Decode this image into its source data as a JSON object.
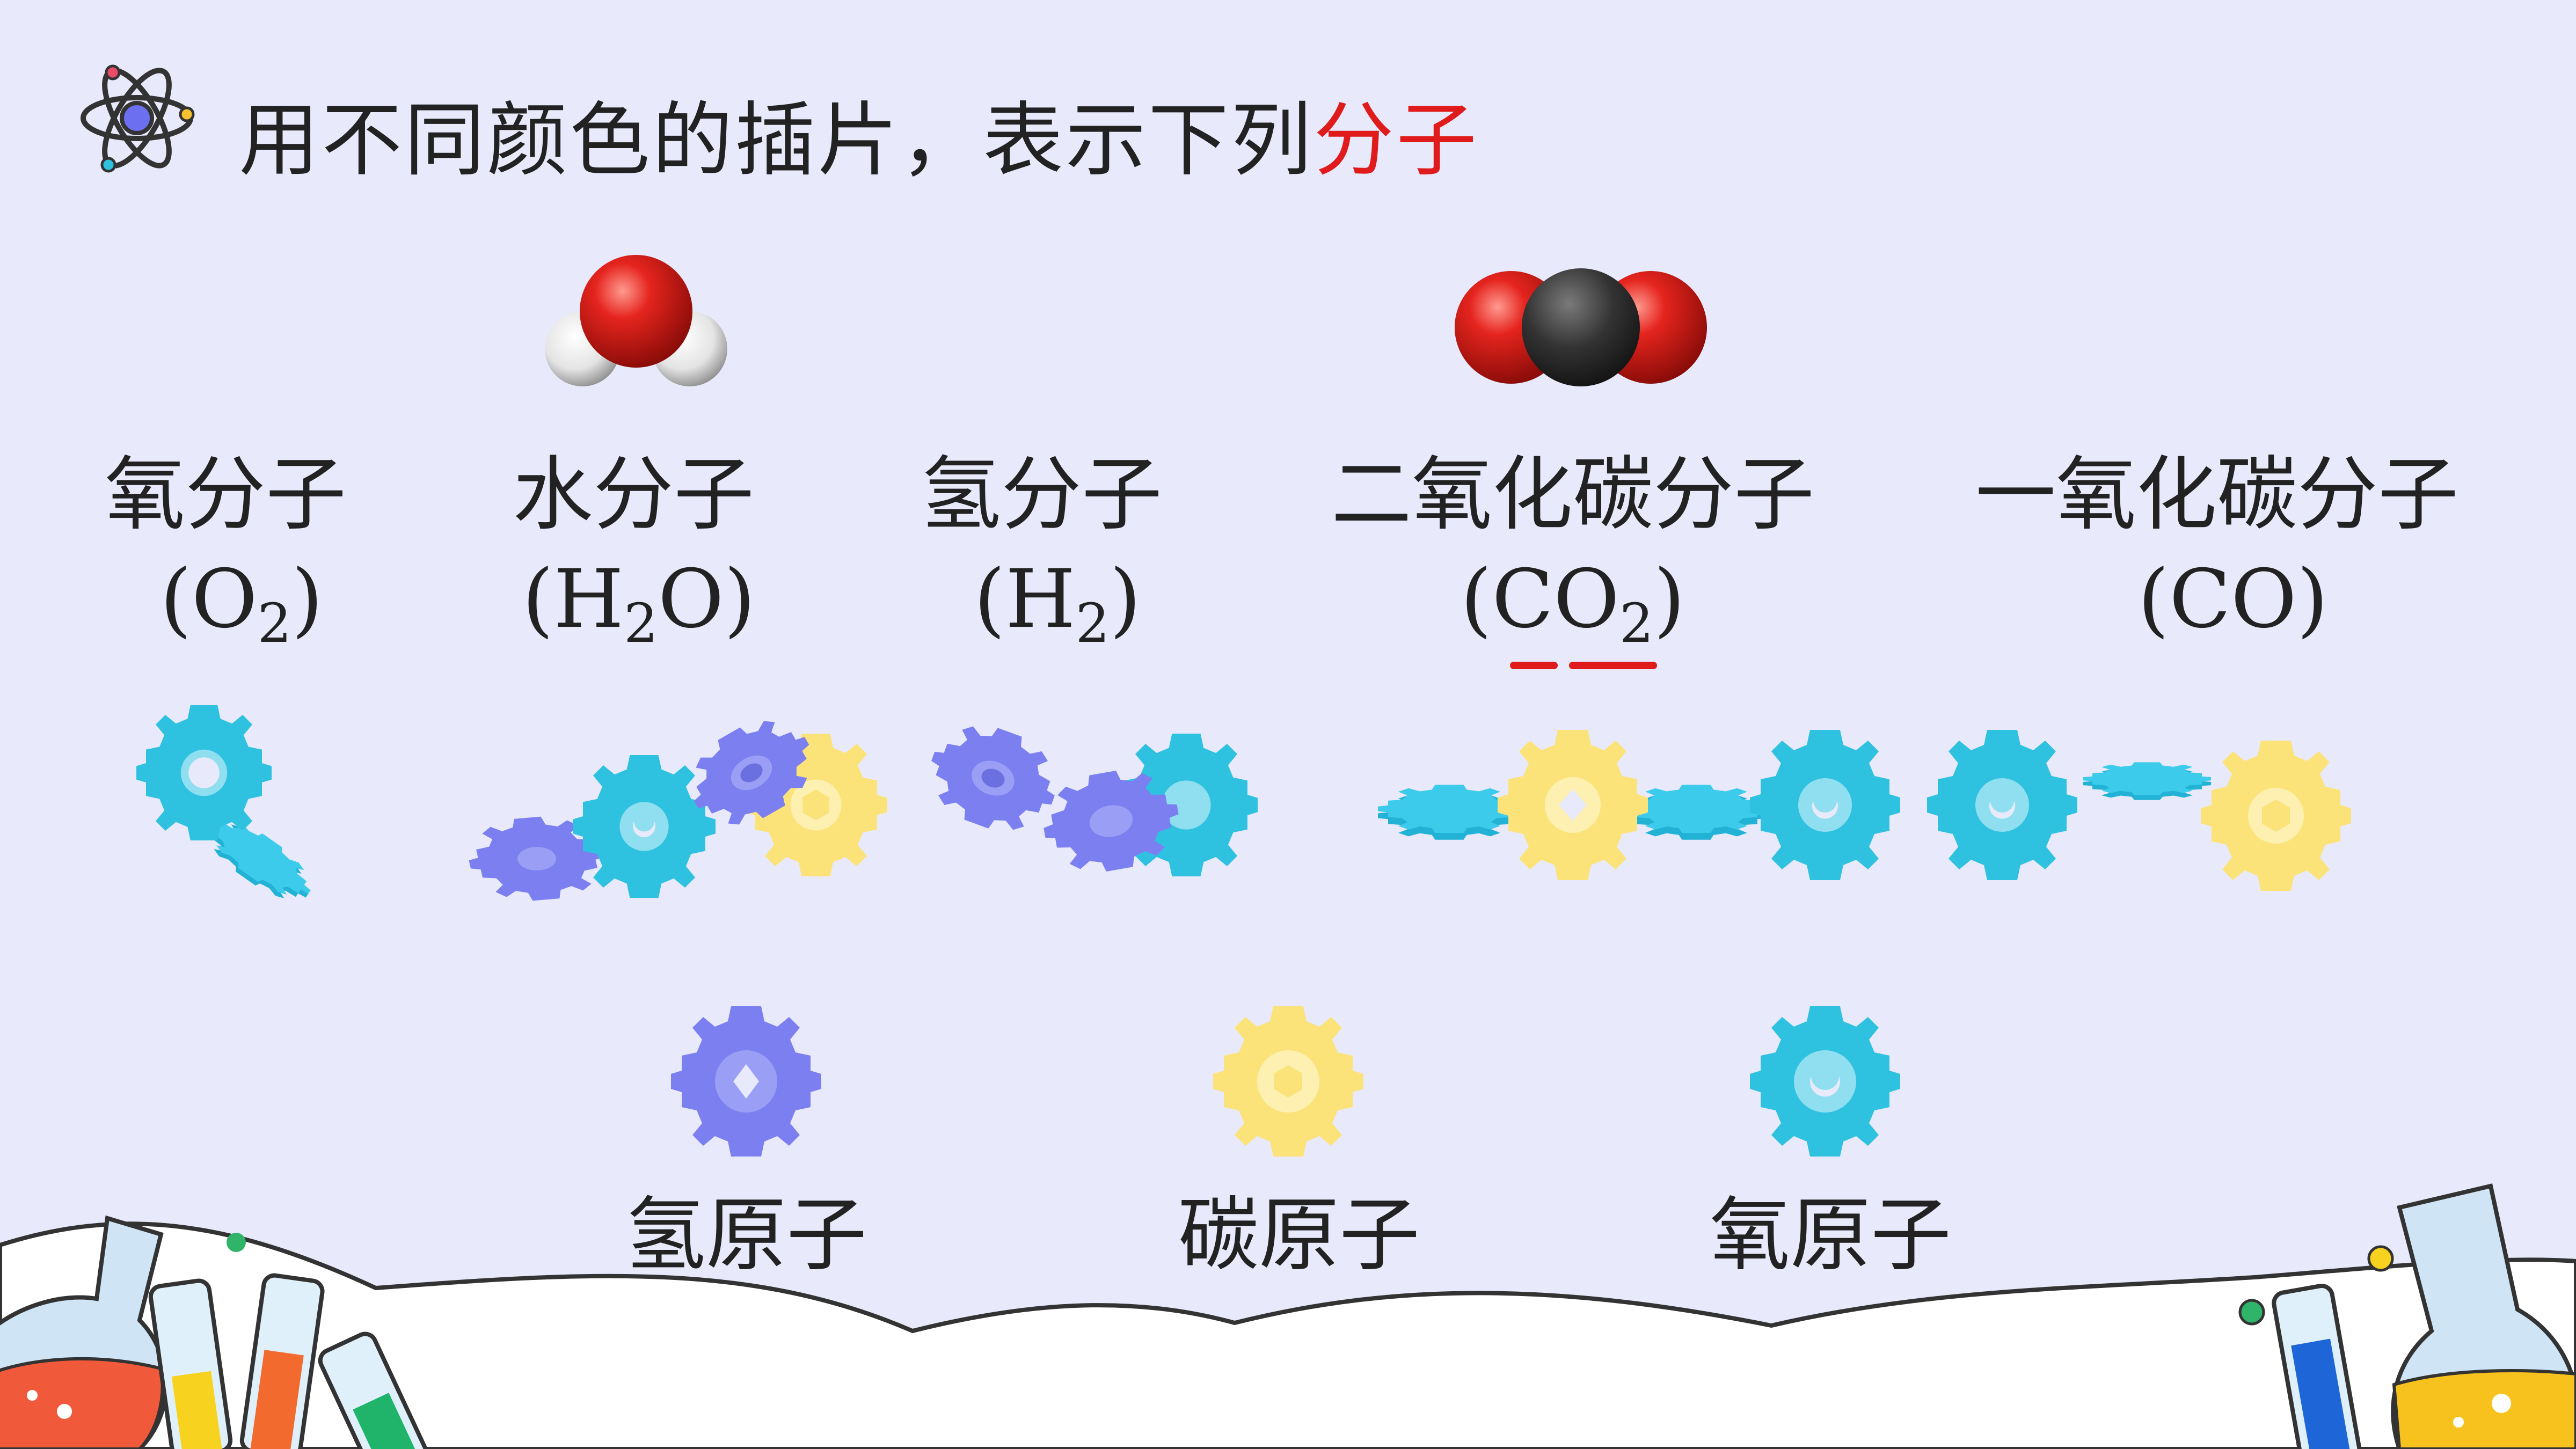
{
  "title": {
    "text_main": "用不同颜色的插片，表示下列",
    "text_highlight": "分子",
    "highlight_color": "#e01b1b"
  },
  "molecules": [
    {
      "name": "氧分子",
      "formula_a": "(O",
      "formula_sub": "2",
      "formula_b": ")"
    },
    {
      "name": "水分子",
      "formula_a": "(H",
      "formula_sub": "2",
      "formula_b": "O)"
    },
    {
      "name": "氢分子",
      "formula_a": "(H",
      "formula_sub": "2",
      "formula_b": ")"
    },
    {
      "name": "二氧化碳分子",
      "formula_a": "(CO",
      "formula_sub": "2",
      "formula_b": ")"
    },
    {
      "name": "一氧化碳分子",
      "formula_a": "(CO)",
      "formula_sub": "",
      "formula_b": ""
    }
  ],
  "legend": [
    {
      "label": "氢原子",
      "color": "#7b7ff0"
    },
    {
      "label": "碳原子",
      "color": "#fbe37a"
    },
    {
      "label": "氧原子",
      "color": "#2fc1e0"
    }
  ],
  "colors": {
    "background": "#e8eafb",
    "hydrogen": "#7b7ff0",
    "carbon": "#fbe37a",
    "oxygen": "#2fc1e0",
    "underline": "#e01b1b"
  },
  "icons": {
    "title_icon": "atom-icon",
    "water_model": "water-molecule-icon",
    "co2_model": "co2-molecule-icon"
  }
}
